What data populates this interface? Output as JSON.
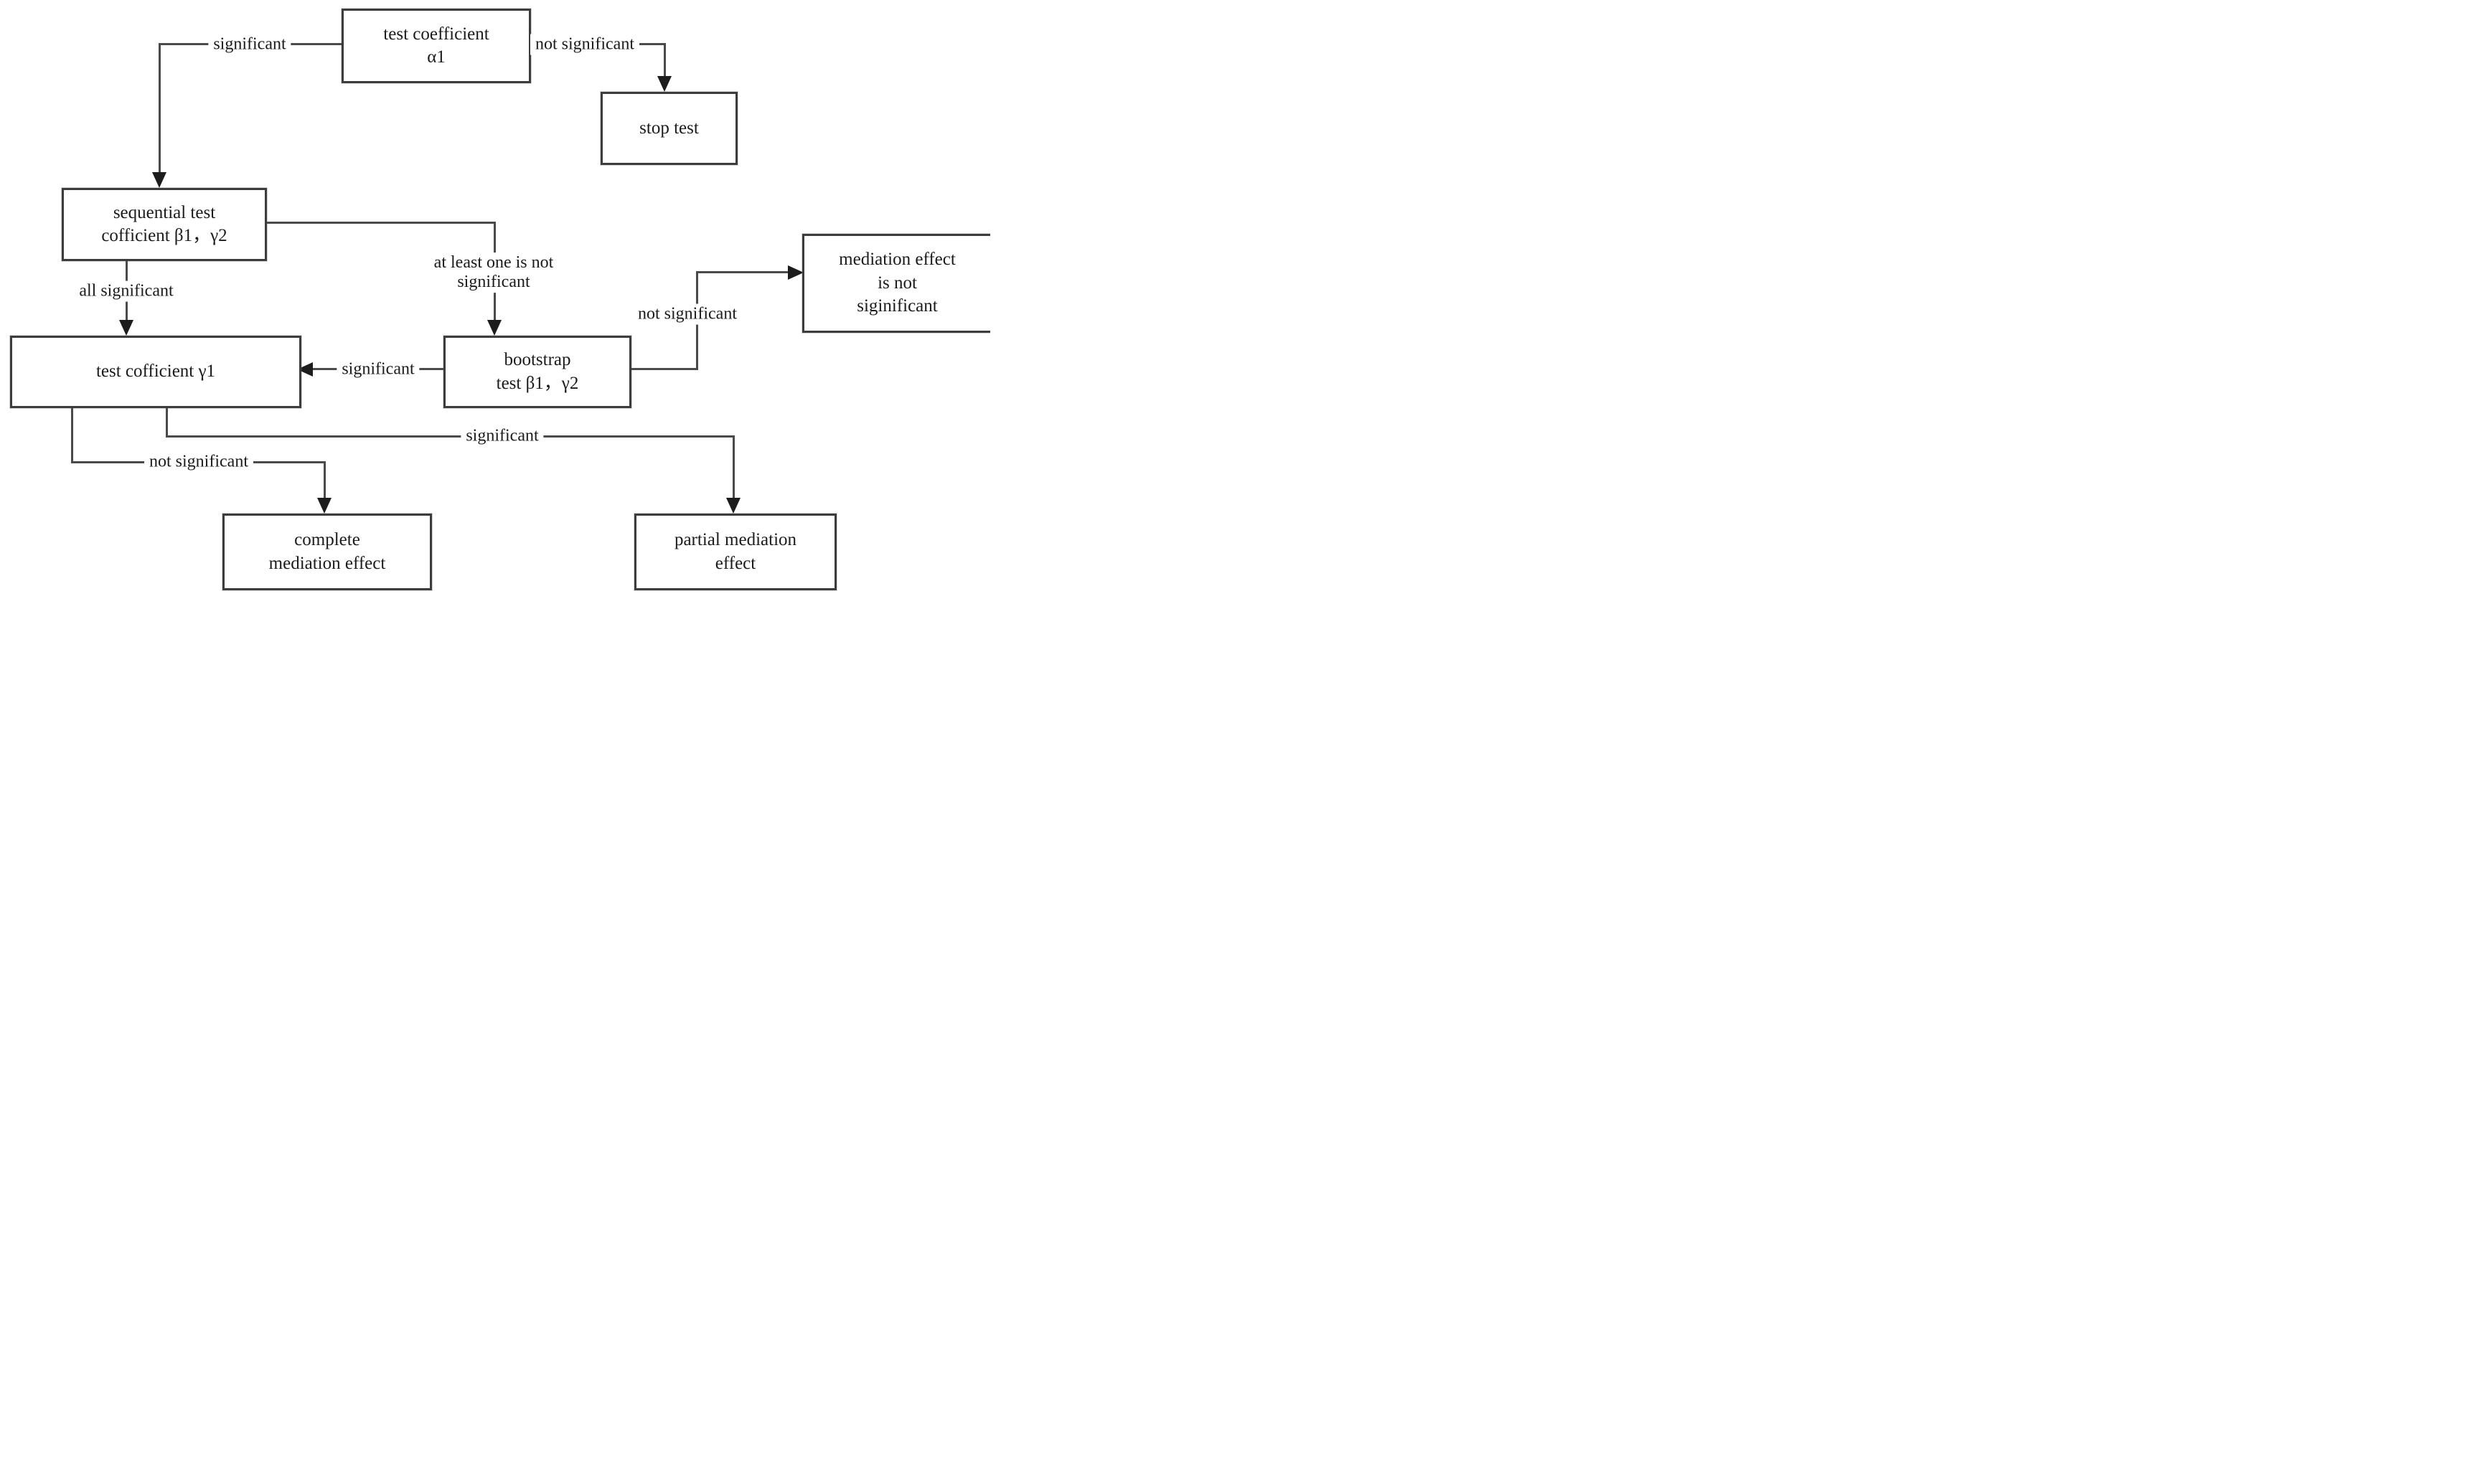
{
  "colors": {
    "line": "#4a4a4a",
    "border": "#3c3c3c",
    "arrow": "#1c1c1c",
    "text": "#1b1b1b",
    "background": "#ffffff"
  },
  "nodes": {
    "test_alpha": {
      "l1": "test coefficient",
      "l2": "α1"
    },
    "stop": {
      "l1": "stop test"
    },
    "sequential": {
      "l1": "sequential test",
      "l2": "cofficient β1，γ2"
    },
    "gamma1": {
      "l1": "test cofficient γ1"
    },
    "bootstrap": {
      "l1": "bootstrap",
      "l2": "test β1，γ2"
    },
    "mediation_not_sig": {
      "l1": "mediation effect",
      "l2": "is not",
      "l3": "siginificant"
    },
    "complete": {
      "l1": "complete",
      "l2": "mediation effect"
    },
    "partial": {
      "l1": "partial mediation",
      "l2": "effect"
    }
  },
  "edge_labels": {
    "alpha_significant": "significant",
    "alpha_not_significant": "not significant",
    "all_significant": "all significant",
    "at_least_one_l1": "at least one is not",
    "at_least_one_l2": "significant",
    "bootstrap_significant": "significant",
    "bootstrap_not_significant": "not significant",
    "gamma1_not_significant": "not significant",
    "gamma1_significant": "significant"
  }
}
